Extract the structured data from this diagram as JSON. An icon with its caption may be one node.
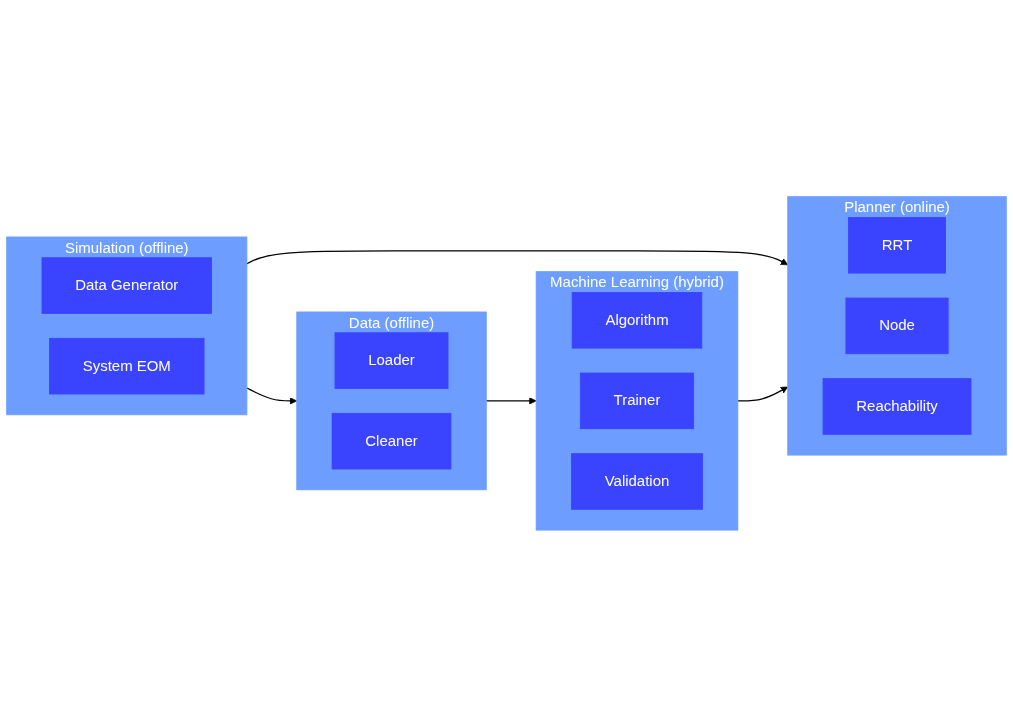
{
  "diagram": {
    "nodes": [
      {
        "text": [
          "Simulation (offline)"
        ]
      },
      {
        "text": [
          "Data Generator"
        ],
        "in": 0
      },
      {
        "text": [
          "System EOM"
        ],
        "in": 0
      },
      {
        "text": [
          "Data (offline)"
        ]
      },
      {
        "text": [
          "Loader"
        ],
        "in": 3
      },
      {
        "text": [
          "Cleaner"
        ],
        "in": 3
      },
      {
        "text": [
          "Machine Learning (hybrid)"
        ]
      },
      {
        "text": [
          "Algorithm"
        ],
        "in": 6
      },
      {
        "text": [
          "Trainer"
        ],
        "in": 6
      },
      {
        "text": [
          "Validation"
        ],
        "in": 6
      },
      {
        "text": [
          "Planner (online)"
        ]
      },
      {
        "text": [
          "RRT"
        ],
        "in": 10
      },
      {
        "text": [
          "Node"
        ],
        "in": 10
      },
      {
        "text": [
          "Reachability"
        ],
        "in": 10
      }
    ],
    "edges": [
      {
        "from": 0,
        "to": 10,
        "arrow": "to"
      },
      {
        "from": 0,
        "to": 3,
        "arrow": "to"
      },
      {
        "from": 3,
        "to": 6,
        "arrow": "to"
      },
      {
        "from": 6,
        "to": 10,
        "arrow": "to"
      }
    ]
  }
}
